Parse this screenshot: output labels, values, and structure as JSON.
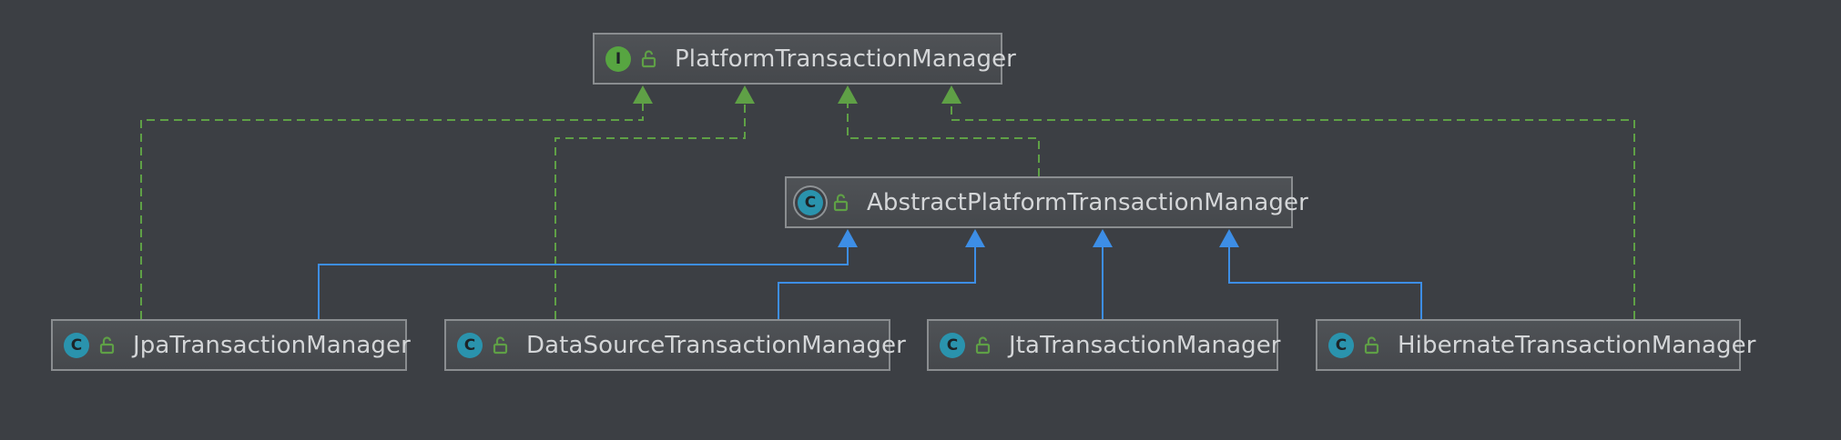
{
  "diagram": {
    "colors": {
      "background": "#3c3f44",
      "implements": "#5fa046",
      "extends": "#3d8ee6",
      "node_border": "#8a8d90",
      "node_text": "#d4d6d8"
    },
    "nodes": {
      "platform": {
        "label": "PlatformTransactionManager",
        "kind": "interface",
        "kind_glyph": "I",
        "visibility_icon": "unlock-icon"
      },
      "abstract": {
        "label": "AbstractPlatformTransactionManager",
        "kind": "abstract-class",
        "kind_glyph": "C",
        "visibility_icon": "unlock-icon"
      },
      "jpa": {
        "label": "JpaTransactionManager",
        "kind": "class",
        "kind_glyph": "C",
        "visibility_icon": "unlock-icon"
      },
      "datasource": {
        "label": "DataSourceTransactionManager",
        "kind": "class",
        "kind_glyph": "C",
        "visibility_icon": "unlock-icon"
      },
      "jta": {
        "label": "JtaTransactionManager",
        "kind": "class",
        "kind_glyph": "C",
        "visibility_icon": "unlock-icon"
      },
      "hibernate": {
        "label": "HibernateTransactionManager",
        "kind": "class",
        "kind_glyph": "C",
        "visibility_icon": "unlock-icon"
      }
    },
    "edges": [
      {
        "from": "jpa",
        "to": "platform",
        "type": "implements"
      },
      {
        "from": "datasource",
        "to": "platform",
        "type": "implements"
      },
      {
        "from": "abstract",
        "to": "platform",
        "type": "implements"
      },
      {
        "from": "hibernate",
        "to": "platform",
        "type": "implements"
      },
      {
        "from": "jpa",
        "to": "abstract",
        "type": "extends"
      },
      {
        "from": "datasource",
        "to": "abstract",
        "type": "extends"
      },
      {
        "from": "jta",
        "to": "abstract",
        "type": "extends"
      },
      {
        "from": "hibernate",
        "to": "abstract",
        "type": "extends"
      }
    ]
  }
}
